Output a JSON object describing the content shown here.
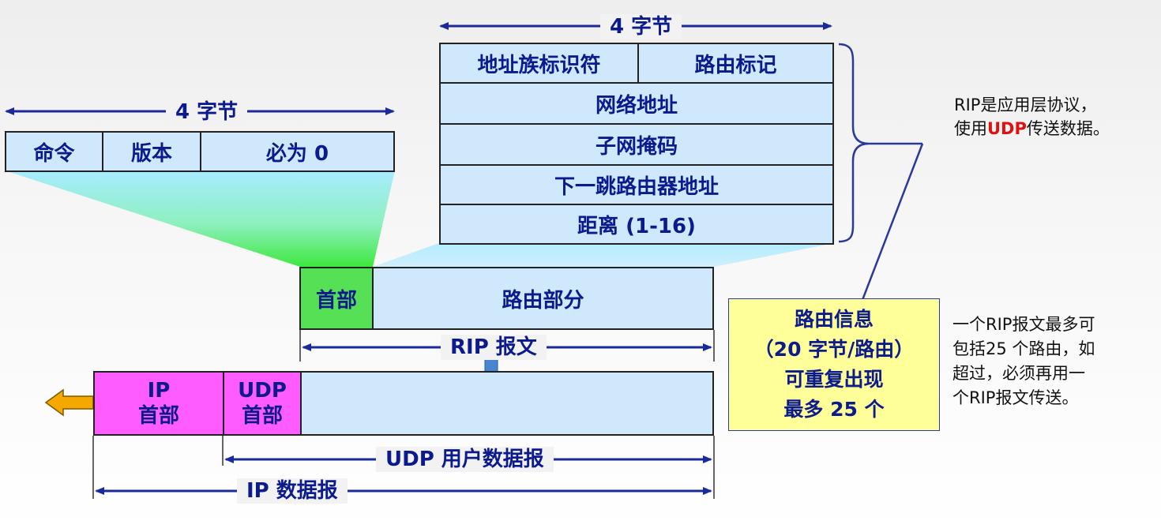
{
  "top_small_header": {
    "width_label": "4 字节",
    "fields": [
      "命令",
      "版本",
      "必为 0"
    ]
  },
  "route_entry": {
    "width_label": "4 字节",
    "row1": [
      "地址族标识符",
      "路由标记"
    ],
    "rows": [
      "网络地址",
      "子网掩码",
      "下一跳路由器地址",
      "距离 (1-16)"
    ]
  },
  "rip_message": {
    "header": "首部",
    "routing_part": "路由部分",
    "span_label": "RIP 报文"
  },
  "datagram": {
    "ip_header": "IP\n首部",
    "udp_header": "UDP\n首部",
    "udp_span_label": "UDP 用户数据报",
    "ip_span_label": "IP 数据报"
  },
  "route_info_box": {
    "lines": [
      "路由信息",
      "（20 字节/路由）",
      "可重复出现",
      "最多 25 个"
    ]
  },
  "note_top": {
    "line1": "RIP是应用层协议，",
    "line2_pre": "使用",
    "line2_red": "UDP",
    "line2_post": "传送数据。"
  },
  "note_bottom": {
    "lines": [
      "一个RIP报文最多可",
      "包括25 个路由，如",
      "超过，必须再用一",
      "个RIP报文传送。"
    ]
  },
  "colors": {
    "cell_fill": "#cfe8fb",
    "header_green": "#55e055",
    "ip_magenta": "#ff5cff",
    "info_yellow": "#ffff99",
    "text_blue": "#0b1a8c",
    "arrow_orange": "#f5a800",
    "down_arrow_blue": "#4a86cf",
    "red_text": "#e01010"
  }
}
